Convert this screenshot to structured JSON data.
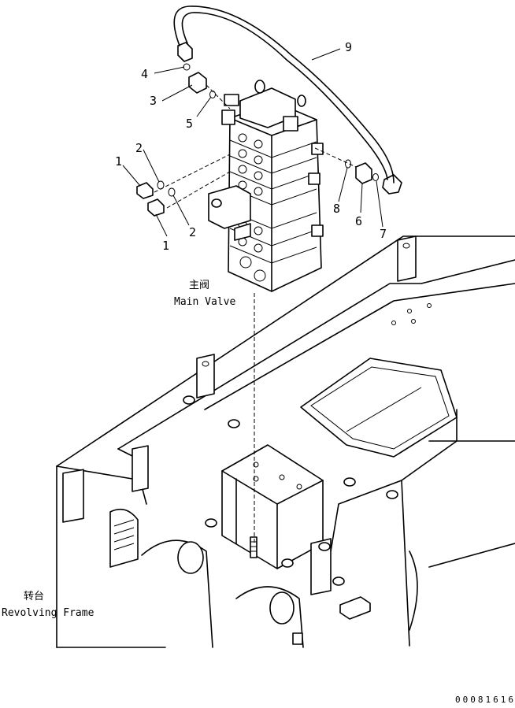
{
  "callouts": {
    "c1a": "1",
    "c1b": "1",
    "c2a": "2",
    "c2b": "2",
    "c3": "3",
    "c4": "4",
    "c5": "5",
    "c6": "6",
    "c7": "7",
    "c8": "8",
    "c9": "9"
  },
  "labels": {
    "main_valve_cn": "主阀",
    "main_valve_en": "Main Valve",
    "revolving_frame_cn": "转台",
    "revolving_frame_en": "Revolving Frame"
  },
  "drawing_number": "00081616"
}
